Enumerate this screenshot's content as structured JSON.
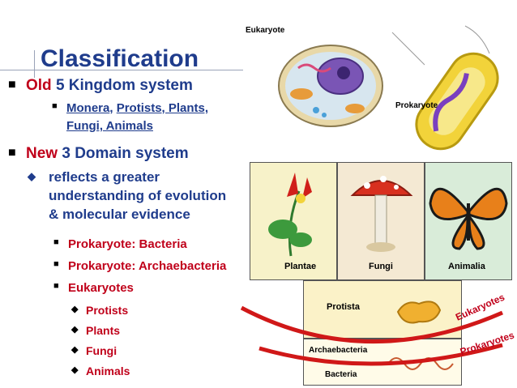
{
  "slide": {
    "title": "Classification",
    "old_prefix": "Old",
    "old_text": "5 Kingdom system",
    "old_sub": {
      "monera": "Monera",
      "sep1": ", ",
      "protists": "Protists, Plants,",
      "line2": "Fungi, Animals"
    },
    "new_prefix": "New",
    "new_text": "3 Domain system",
    "reflects": [
      "reflects a greater",
      "understanding of evolution",
      "& molecular evidence"
    ],
    "domains": [
      "Prokaryote: Bacteria",
      "Prokaryote: Archaebacteria",
      "Eukaryotes"
    ],
    "eukaryote_groups": [
      "Protists",
      "Plants",
      "Fungi",
      "Animals"
    ]
  },
  "images": {
    "eukaryote_label": "Eukaryote",
    "prokaryote_label": "Prokaryote",
    "plantae": "Plantae",
    "fungi": "Fungi",
    "animalia": "Animalia",
    "protista": "Protista",
    "archaebacteria": "Archaebacteria",
    "bacteria": "Bacteria",
    "eukaryotes_arc": "Eukaryotes",
    "prokaryotes_arc": "Prokaryotes"
  },
  "colors": {
    "title_blue": "#1f3c8c",
    "accent_red": "#c0001a",
    "arc_red": "#d01818"
  }
}
